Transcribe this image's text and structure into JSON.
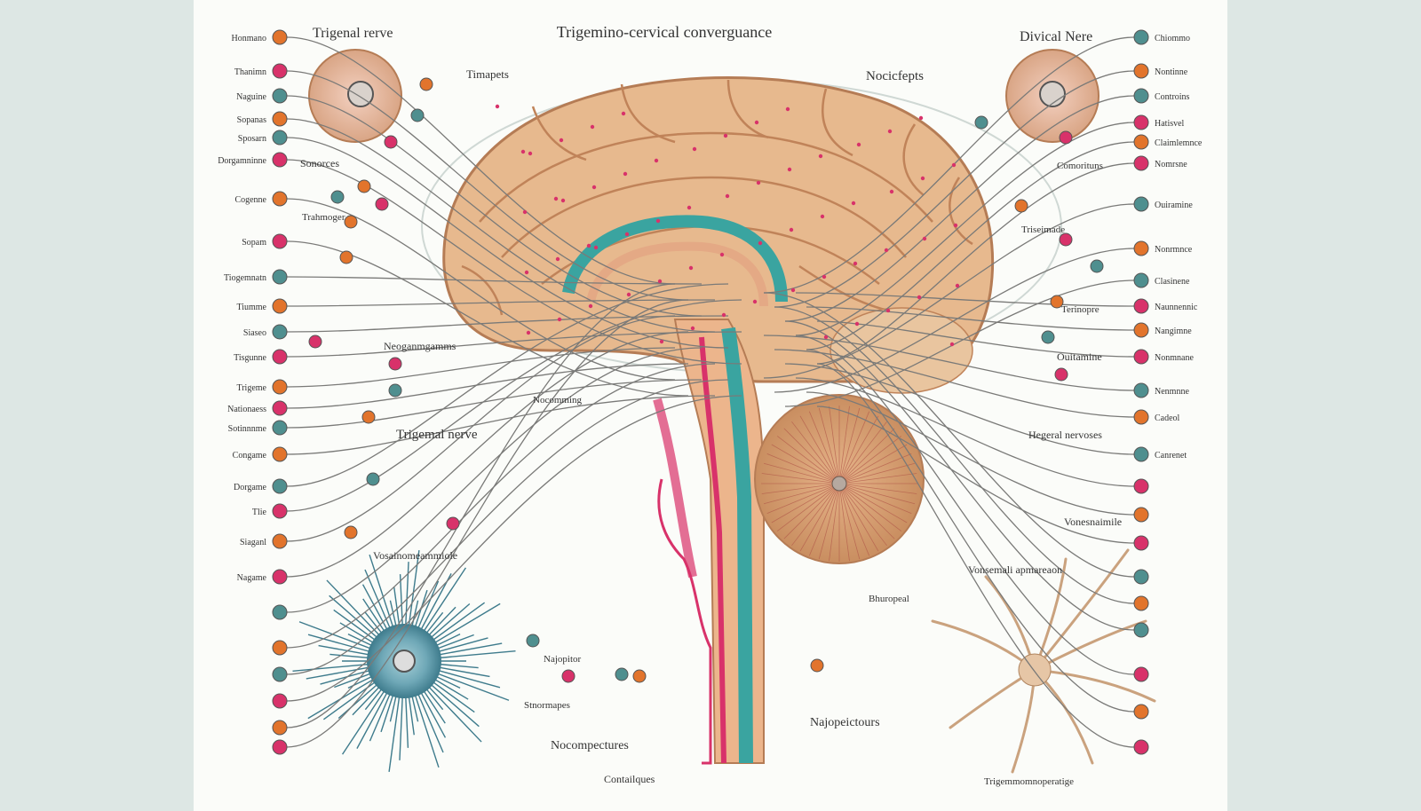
{
  "title": "Trigemino-cervical converguance",
  "labels": {
    "trigenal_nerve_top": "Trigenal rerve",
    "divical_nerve": "Divical Nere",
    "nocicfepts": "Nocicfepts",
    "timapets": "Timapets",
    "sonorces": "Sonorces",
    "trigemal_nerve_mid": "Trigemal nerve",
    "nocompectures": "Nocompectures",
    "najopeictours": "Najopeictours",
    "voseminomeammiole": "Vosainomeammiole",
    "vonsemal_apmareaon": "Vonsemali apmareaon",
    "contailques": "Contailques",
    "trigemino_bottom": "Trigemmomnoperatige",
    "neogmigrams": "Neoganmgamms",
    "nocomming": "Nocomming",
    "hepeal_nervoses": "Hegeral nervoses",
    "outeamine": "Ouitamine",
    "terinopre": "Terinopre",
    "triseimade": "Triseimade",
    "compuritns": "Comorituns",
    "trahmoger": "Trahmoger",
    "voltal": "Vonesnaimile",
    "stnormapes": "Stnormapes",
    "nuaj": "Najopitor",
    "bhuropeal": "Bhuropeal"
  },
  "left_column": [
    "Honmano",
    "Thanimn",
    "Naguine",
    "Sopanas",
    "Sposarn",
    "Dorgamninne",
    "Cogenne",
    "Sopam",
    "Tiogemnatn",
    "Tiumme",
    "Siaseo",
    "Tisgunne",
    "Trigeme",
    "Nationaess",
    "Sotinnnme",
    "Congame",
    "Dorgame",
    "Tlie",
    "Siaganl",
    "Nagame"
  ],
  "right_column": [
    "Chiommo",
    "Nontinne",
    "Controins",
    "Hatisvel",
    "Claimlemnce",
    "Nomrsne",
    "Ouiramine",
    "Nonrmnce",
    "Clasinene",
    "Naunnennic",
    "Nangimne",
    "Nonmnane",
    "Nenmnne",
    "Cadeol",
    "Canrenet"
  ],
  "colors": {
    "brain_fill": "#e3b58c",
    "brain_stroke": "#b57c55",
    "teal": "#3aa4a0",
    "magenta": "#d8326a",
    "orange": "#e2742c",
    "slate": "#4f8f8f"
  }
}
